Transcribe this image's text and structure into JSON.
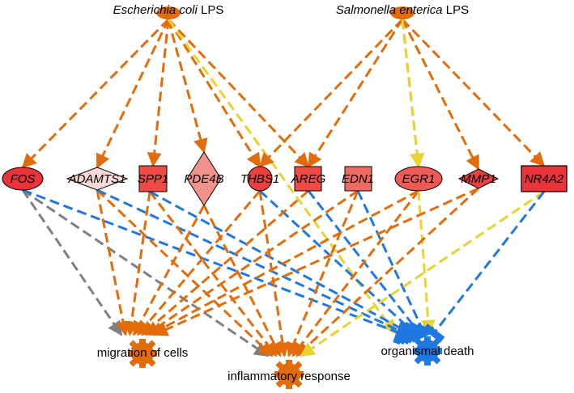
{
  "regulators": [
    {
      "id": "ecoli",
      "name_italic": "Escherichia coli",
      "name_suffix": " LPS"
    },
    {
      "id": "salm",
      "name_italic": "Salmonella enterica",
      "name_suffix": " LPS"
    }
  ],
  "genes": [
    {
      "id": "FOS",
      "label": "FOS",
      "shape": "ellipse",
      "fill": "#e8343a"
    },
    {
      "id": "ADAMTS1",
      "label": "ADAMTS1",
      "shape": "diamond",
      "fill": "#fbd9d6"
    },
    {
      "id": "SPP1",
      "label": "SPP1",
      "shape": "square",
      "fill": "#ee4a46"
    },
    {
      "id": "PDE4B",
      "label": "PDE4B",
      "shape": "diamond",
      "fill": "#f2928c"
    },
    {
      "id": "THBS1",
      "label": "THBS1",
      "shape": "circle",
      "fill": "#ec3f3f"
    },
    {
      "id": "AREG",
      "label": "AREG",
      "shape": "square",
      "fill": "#ee4a46"
    },
    {
      "id": "EDN1",
      "label": "EDN1",
      "shape": "square",
      "fill": "#f06a64"
    },
    {
      "id": "EGR1",
      "label": "EGR1",
      "shape": "ellipse",
      "fill": "#ef5a55"
    },
    {
      "id": "MMP1",
      "label": "MMP1",
      "shape": "diamond",
      "fill": "#eb3f40"
    },
    {
      "id": "NR4A2",
      "label": "NR4A2",
      "shape": "rect",
      "fill": "#e8343a"
    }
  ],
  "functions": [
    {
      "id": "migration",
      "label": "migration of cells",
      "fill": "#e36c0a"
    },
    {
      "id": "inflammatory",
      "label": "inflammatory response",
      "fill": "#e36c0a"
    },
    {
      "id": "death",
      "label": "organismal death",
      "fill": "#1e78e0"
    }
  ],
  "colors": {
    "activation": "#e36c0a",
    "inhibition": "#1e78e0",
    "inconsistent": "#e7d32e",
    "not_predicted": "#7f7f7f"
  },
  "edges": [
    {
      "from": "ecoli",
      "to": "FOS",
      "type": "activation"
    },
    {
      "from": "ecoli",
      "to": "ADAMTS1",
      "type": "activation"
    },
    {
      "from": "ecoli",
      "to": "SPP1",
      "type": "activation"
    },
    {
      "from": "ecoli",
      "to": "PDE4B",
      "type": "activation"
    },
    {
      "from": "ecoli",
      "to": "THBS1",
      "type": "activation"
    },
    {
      "from": "ecoli",
      "to": "AREG",
      "type": "activation"
    },
    {
      "from": "ecoli",
      "to": "death",
      "type": "inconsistent"
    },
    {
      "from": "salm",
      "to": "THBS1",
      "type": "activation"
    },
    {
      "from": "salm",
      "to": "AREG",
      "type": "activation"
    },
    {
      "from": "salm",
      "to": "EGR1",
      "type": "activation"
    },
    {
      "from": "salm",
      "to": "MMP1",
      "type": "activation"
    },
    {
      "from": "salm",
      "to": "NR4A2",
      "type": "activation"
    },
    {
      "from": "salm",
      "to": "EGR1",
      "type": "inconsistent"
    },
    {
      "from": "FOS",
      "to": "migration",
      "type": "not_predicted"
    },
    {
      "from": "FOS",
      "to": "inflammatory",
      "type": "not_predicted"
    },
    {
      "from": "FOS",
      "to": "death",
      "type": "inhibition"
    },
    {
      "from": "ADAMTS1",
      "to": "migration",
      "type": "activation"
    },
    {
      "from": "ADAMTS1",
      "to": "inflammatory",
      "type": "activation"
    },
    {
      "from": "ADAMTS1",
      "to": "death",
      "type": "inhibition"
    },
    {
      "from": "SPP1",
      "to": "migration",
      "type": "activation"
    },
    {
      "from": "SPP1",
      "to": "inflammatory",
      "type": "activation"
    },
    {
      "from": "SPP1",
      "to": "death",
      "type": "inhibition"
    },
    {
      "from": "PDE4B",
      "to": "migration",
      "type": "activation"
    },
    {
      "from": "PDE4B",
      "to": "inflammatory",
      "type": "activation"
    },
    {
      "from": "THBS1",
      "to": "migration",
      "type": "activation"
    },
    {
      "from": "THBS1",
      "to": "inflammatory",
      "type": "activation"
    },
    {
      "from": "THBS1",
      "to": "death",
      "type": "inhibition"
    },
    {
      "from": "AREG",
      "to": "migration",
      "type": "activation"
    },
    {
      "from": "AREG",
      "to": "death",
      "type": "inhibition"
    },
    {
      "from": "EDN1",
      "to": "migration",
      "type": "activation"
    },
    {
      "from": "EDN1",
      "to": "inflammatory",
      "type": "activation"
    },
    {
      "from": "EDN1",
      "to": "death",
      "type": "inhibition"
    },
    {
      "from": "EGR1",
      "to": "migration",
      "type": "activation"
    },
    {
      "from": "EGR1",
      "to": "inflammatory",
      "type": "activation"
    },
    {
      "from": "EGR1",
      "to": "death",
      "type": "inconsistent"
    },
    {
      "from": "MMP1",
      "to": "migration",
      "type": "activation"
    },
    {
      "from": "MMP1",
      "to": "inflammatory",
      "type": "activation"
    },
    {
      "from": "NR4A2",
      "to": "inflammatory",
      "type": "inconsistent"
    },
    {
      "from": "NR4A2",
      "to": "death",
      "type": "inhibition"
    }
  ]
}
